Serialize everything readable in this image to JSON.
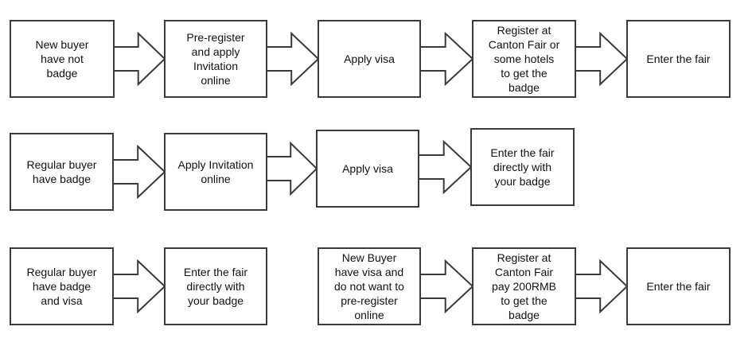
{
  "rows": [
    {
      "boxes": [
        {
          "lines": [
            "New buyer",
            "have not",
            "badge"
          ]
        },
        {
          "lines": [
            "Pre-register",
            "and apply",
            "Invitation",
            "online"
          ]
        },
        {
          "lines": [
            "Apply visa"
          ]
        },
        {
          "lines": [
            "Register at",
            "Canton Fair or",
            "some hotels",
            "to get the",
            "badge"
          ]
        },
        {
          "lines": [
            "Enter the fair"
          ]
        }
      ]
    },
    {
      "boxes": [
        {
          "lines": [
            "Regular buyer",
            "have badge"
          ]
        },
        {
          "lines": [
            "Apply Invitation",
            "online"
          ]
        },
        {
          "lines": [
            "Apply visa"
          ]
        },
        {
          "lines": [
            "Enter the fair",
            "directly with",
            "your badge"
          ]
        }
      ]
    },
    {
      "boxes": [
        {
          "lines": [
            "Regular buyer",
            "have badge",
            "and visa"
          ]
        },
        {
          "lines": [
            "Enter the fair",
            "directly with",
            "your badge"
          ]
        },
        {
          "lines": [
            "New Buyer",
            "have visa and",
            "do not want to",
            "pre-register",
            "online"
          ]
        },
        {
          "lines": [
            "Register at",
            "Canton Fair",
            "pay 200RMB",
            "to get the",
            "badge"
          ]
        },
        {
          "lines": [
            "Enter the fair"
          ]
        }
      ]
    }
  ]
}
